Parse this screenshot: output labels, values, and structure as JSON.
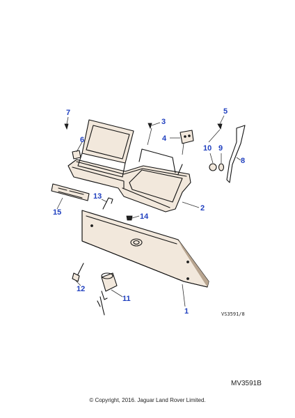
{
  "callouts": {
    "c1": "1",
    "c2": "2",
    "c3": "3",
    "c4": "4",
    "c5": "5",
    "c6": "6",
    "c7": "7",
    "c8": "8",
    "c9": "9",
    "c10": "10",
    "c11": "11",
    "c12": "12",
    "c13": "13",
    "c14": "14",
    "c15": "15"
  },
  "drawing_ref": "VS3591/8",
  "diagram_ref": "MV3591B",
  "copyright": "© Copyright, 2016. Jaguar Land Rover Limited.",
  "colors": {
    "callout": "#1f3fbf",
    "line": "#111111",
    "part_shade": "#b8a590"
  }
}
